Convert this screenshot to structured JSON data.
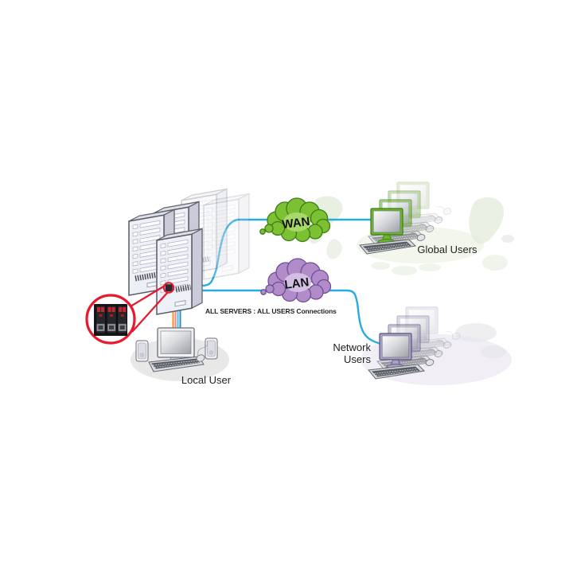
{
  "diagram": {
    "caption": "ALL SERVERS : ALL USERS  Connections",
    "caption_color": "#34344e",
    "cable_color": "#29abe2",
    "accent_red": "#e8192d",
    "clouds": {
      "wan": {
        "label": "WAN",
        "fill": "#7cc033",
        "stroke": "#3f7d14",
        "inner": "#a8d86a"
      },
      "lan": {
        "label": "LAN",
        "fill": "#b18cc8",
        "stroke": "#6f4f9b",
        "inner": "#d3bfe4"
      }
    },
    "nodes": {
      "servers": {
        "count_solid": 3,
        "count_faded": 2
      },
      "global_users": {
        "label": "Global Users",
        "monitor_color": "#6cb52e",
        "monitor_edge": "#3e7c15",
        "workstations": 4
      },
      "network_users": {
        "label_line1": "Network",
        "label_line2": "Users",
        "monitor_color": "#a9a1c6",
        "monitor_edge": "#5a527e",
        "workstations": 4
      },
      "local_user": {
        "label": "Local User"
      }
    },
    "console_cable_colors": [
      "#f7941d",
      "#ef8585",
      "#4fc0e8",
      "#2a8fc4"
    ]
  }
}
